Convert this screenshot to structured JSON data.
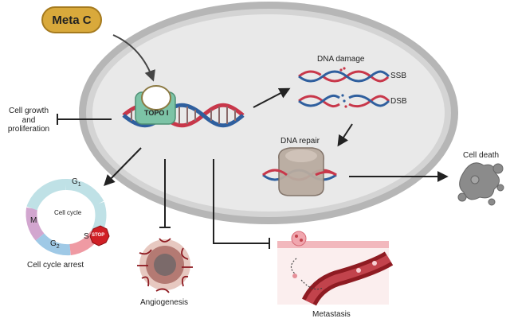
{
  "drug_label": "Meta C",
  "enzyme_label": "TOPO I",
  "dna_damage_title": "DNA damage",
  "ssb_label": "SSB",
  "dsb_label": "DSB",
  "dna_repair_label": "DNA repair",
  "cell_death_label": "Cell death",
  "cell_growth_label": "Cell growth\nand\nproliferation",
  "cell_cycle": {
    "center_label": "Cell cycle",
    "phase_g1": "G",
    "phase_g1_sub": "1",
    "phase_m": "M",
    "phase_g2": "G",
    "phase_g2_sub": "2",
    "phase_s": "S",
    "stop_sign": "STOP",
    "caption": "Cell cycle arrest"
  },
  "angiogenesis_label": "Angiogenesis",
  "metastasis_label": "Metastasis",
  "colors": {
    "drug_fill": "#d9a93b",
    "nucleus_fill": "#e8e8e8",
    "membrane": "#9a9a9a",
    "dna_red": "#c8374a",
    "dna_blue": "#2f5f9e",
    "topo_teal": "#7cc3a6",
    "vessel_red": "#8e1b22",
    "stop_red": "#d01f25"
  },
  "icons": [
    "arrow-icon",
    "inhibition-bar-icon",
    "dna-helix-icon",
    "repair-protein-icon",
    "cell-death-icon",
    "tumor-icon",
    "blood-vessel-icon",
    "stop-sign-icon"
  ]
}
